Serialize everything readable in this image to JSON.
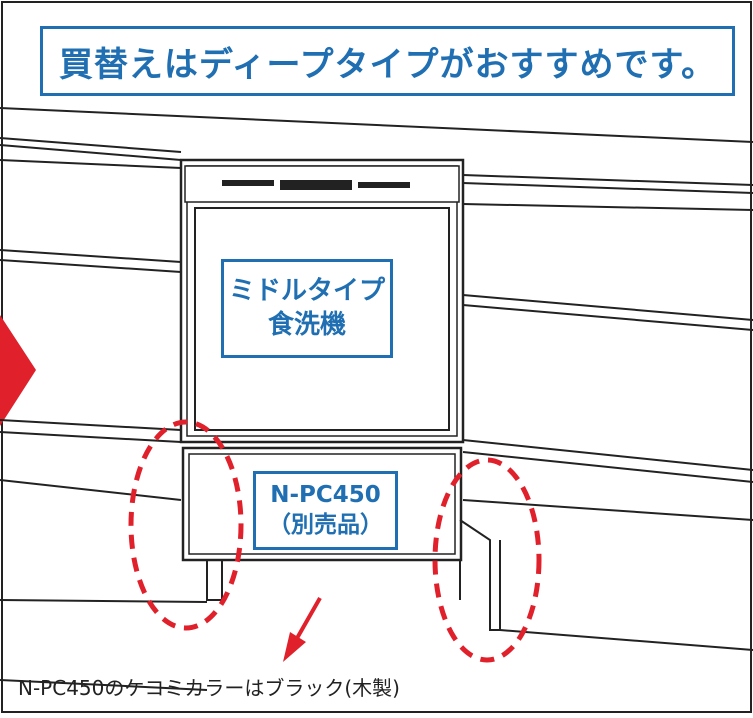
{
  "banner": {
    "text": "買替えはディープタイプがおすすめです。"
  },
  "labels": {
    "middle_type_line1": "ミドルタイプ",
    "middle_type_line2": "食洗機",
    "kekomi_line1": "N-PC450",
    "kekomi_line2": "（別売品）"
  },
  "caption": {
    "text": "N-PC450のケコミカラーはブラック(木製)"
  },
  "colors": {
    "accent_blue": "#1f6fb2",
    "highlight_red": "#e0202a",
    "line": "#222222"
  }
}
